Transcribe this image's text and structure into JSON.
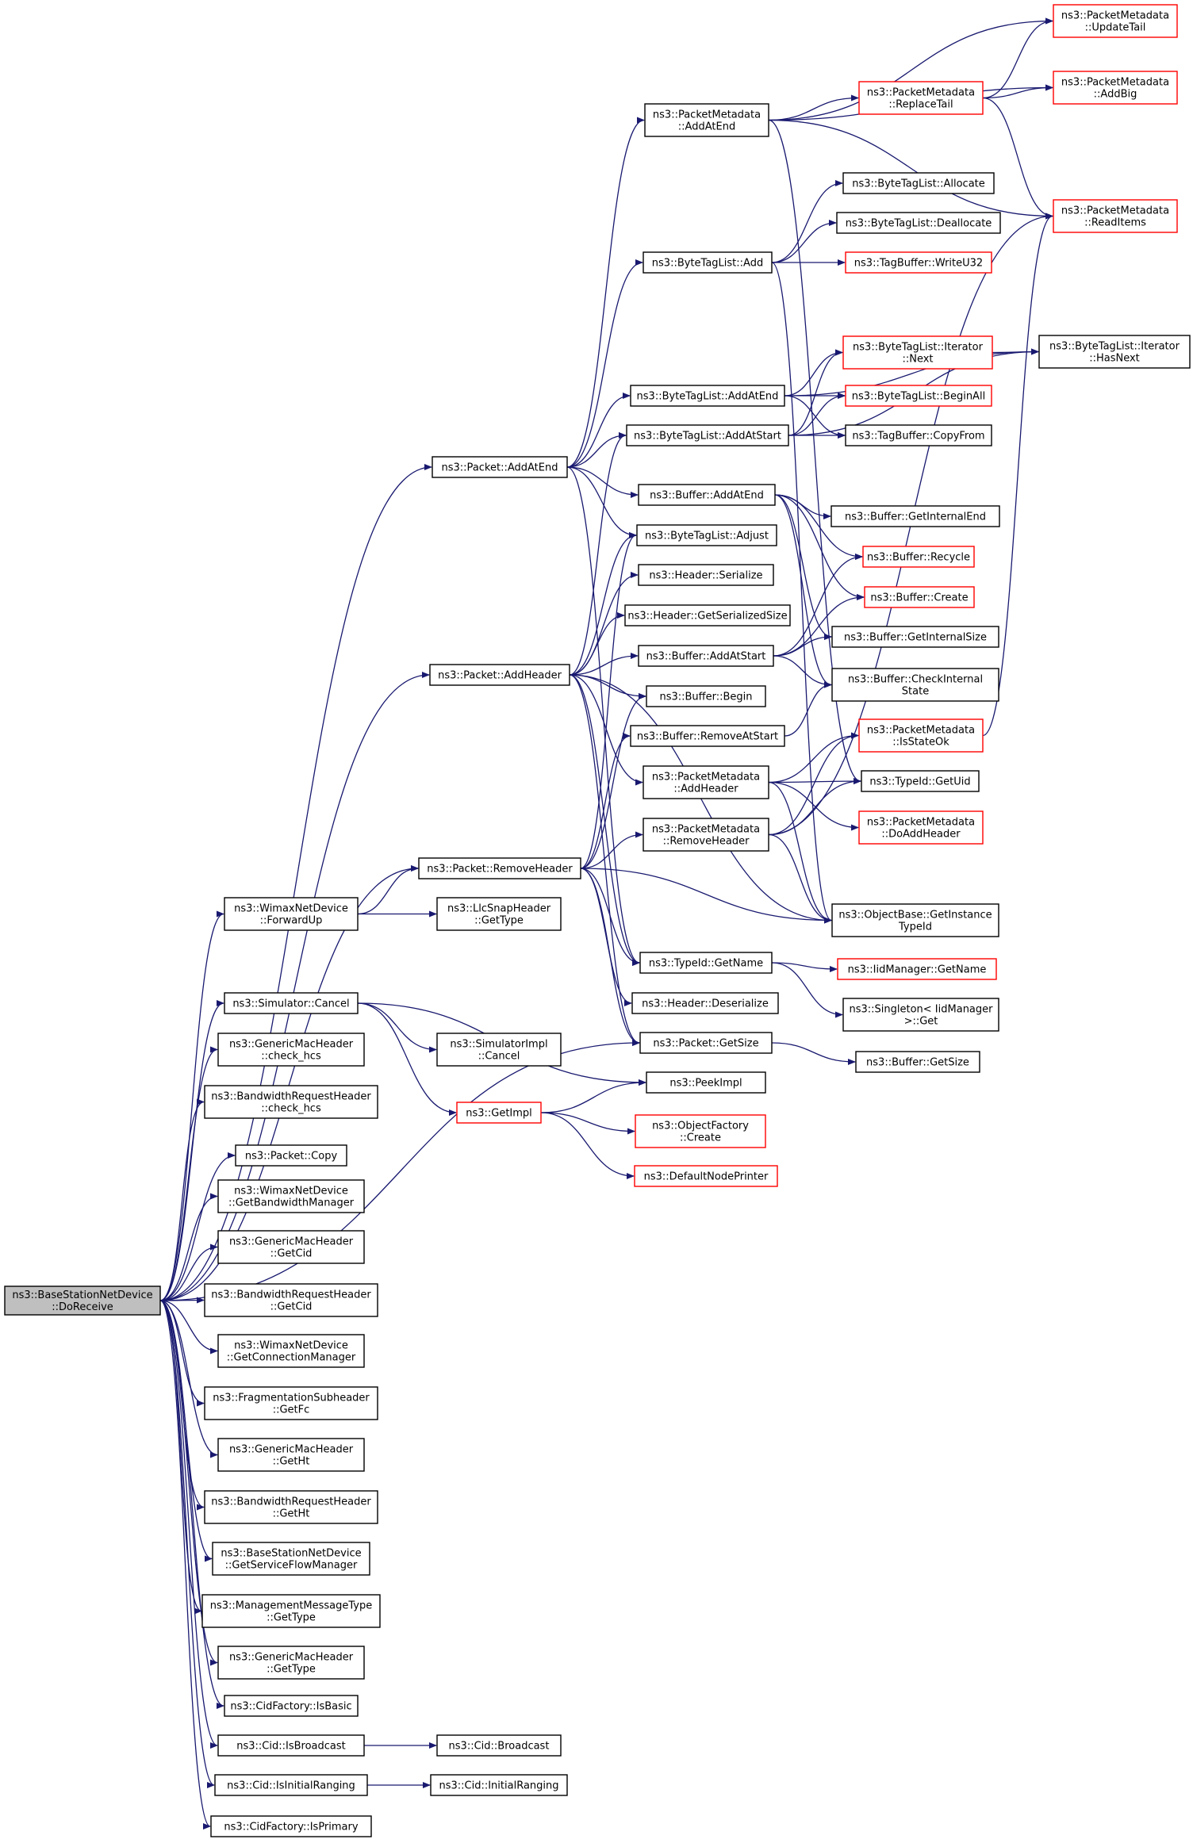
{
  "colors": {
    "edge": "#191970",
    "text": "#000000",
    "border_documented": "#000000",
    "border_truncated": "#ff0000",
    "fill_root": "#bfbfbf",
    "fill_default": "#ffffff"
  },
  "nodes": [
    {
      "id": "root",
      "lines": [
        "ns3::BaseStationNetDevice",
        "::DoReceive"
      ],
      "style": "root"
    },
    {
      "id": "pm_addatend",
      "lines": [
        "ns3::PacketMetadata",
        "::AddAtEnd"
      ],
      "style": "normal"
    },
    {
      "id": "pm_updatetail",
      "lines": [
        "ns3::PacketMetadata",
        "::UpdateTail"
      ],
      "style": "red"
    },
    {
      "id": "pm_replacetail",
      "lines": [
        "ns3::PacketMetadata",
        "::ReplaceTail"
      ],
      "style": "red"
    },
    {
      "id": "pm_addbig",
      "lines": [
        "ns3::PacketMetadata",
        "::AddBig"
      ],
      "style": "red"
    },
    {
      "id": "btl_allocate",
      "lines": [
        "ns3::ByteTagList::Allocate"
      ],
      "style": "normal"
    },
    {
      "id": "btl_deallocate",
      "lines": [
        "ns3::ByteTagList::Deallocate"
      ],
      "style": "normal"
    },
    {
      "id": "pm_readitems",
      "lines": [
        "ns3::PacketMetadata",
        "::ReadItems"
      ],
      "style": "red"
    },
    {
      "id": "btl_add",
      "lines": [
        "ns3::ByteTagList::Add"
      ],
      "style": "normal"
    },
    {
      "id": "tb_writeu32",
      "lines": [
        "ns3::TagBuffer::WriteU32"
      ],
      "style": "red"
    },
    {
      "id": "btli_next",
      "lines": [
        "ns3::ByteTagList::Iterator",
        "::Next"
      ],
      "style": "red"
    },
    {
      "id": "btli_hasnext",
      "lines": [
        "ns3::ByteTagList::Iterator",
        "::HasNext"
      ],
      "style": "normal"
    },
    {
      "id": "btl_addatend",
      "lines": [
        "ns3::ByteTagList::AddAtEnd"
      ],
      "style": "normal"
    },
    {
      "id": "btl_beginall",
      "lines": [
        "ns3::ByteTagList::BeginAll"
      ],
      "style": "red"
    },
    {
      "id": "btl_addatstart",
      "lines": [
        "ns3::ByteTagList::AddAtStart"
      ],
      "style": "normal"
    },
    {
      "id": "tb_copyfrom",
      "lines": [
        "ns3::TagBuffer::CopyFrom"
      ],
      "style": "normal"
    },
    {
      "id": "pkt_addatend",
      "lines": [
        "ns3::Packet::AddAtEnd"
      ],
      "style": "normal"
    },
    {
      "id": "buf_addatend",
      "lines": [
        "ns3::Buffer::AddAtEnd"
      ],
      "style": "normal"
    },
    {
      "id": "buf_getinternalend",
      "lines": [
        "ns3::Buffer::GetInternalEnd"
      ],
      "style": "normal"
    },
    {
      "id": "btl_adjust",
      "lines": [
        "ns3::ByteTagList::Adjust"
      ],
      "style": "normal"
    },
    {
      "id": "buf_recycle",
      "lines": [
        "ns3::Buffer::Recycle"
      ],
      "style": "red"
    },
    {
      "id": "hdr_serialize",
      "lines": [
        "ns3::Header::Serialize"
      ],
      "style": "normal"
    },
    {
      "id": "buf_create",
      "lines": [
        "ns3::Buffer::Create"
      ],
      "style": "red"
    },
    {
      "id": "hdr_getserializedsize",
      "lines": [
        "ns3::Header::GetSerializedSize"
      ],
      "style": "normal"
    },
    {
      "id": "buf_getinternalsize",
      "lines": [
        "ns3::Buffer::GetInternalSize"
      ],
      "style": "normal"
    },
    {
      "id": "buf_addatstart",
      "lines": [
        "ns3::Buffer::AddAtStart"
      ],
      "style": "normal"
    },
    {
      "id": "pkt_addheader",
      "lines": [
        "ns3::Packet::AddHeader"
      ],
      "style": "normal"
    },
    {
      "id": "buf_checkinternalstate",
      "lines": [
        "ns3::Buffer::CheckInternal",
        "State"
      ],
      "style": "normal"
    },
    {
      "id": "buf_begin",
      "lines": [
        "ns3::Buffer::Begin"
      ],
      "style": "normal"
    },
    {
      "id": "buf_removeatstart",
      "lines": [
        "ns3::Buffer::RemoveAtStart"
      ],
      "style": "normal"
    },
    {
      "id": "pm_isstateok",
      "lines": [
        "ns3::PacketMetadata",
        "::IsStateOk"
      ],
      "style": "red"
    },
    {
      "id": "pm_addheader",
      "lines": [
        "ns3::PacketMetadata",
        "::AddHeader"
      ],
      "style": "normal"
    },
    {
      "id": "typeid_getuid",
      "lines": [
        "ns3::TypeId::GetUid"
      ],
      "style": "normal"
    },
    {
      "id": "pm_doaddheader",
      "lines": [
        "ns3::PacketMetadata",
        "::DoAddHeader"
      ],
      "style": "red"
    },
    {
      "id": "pm_removeheader",
      "lines": [
        "ns3::PacketMetadata",
        "::RemoveHeader"
      ],
      "style": "normal"
    },
    {
      "id": "pkt_removeheader",
      "lines": [
        "ns3::Packet::RemoveHeader"
      ],
      "style": "normal"
    },
    {
      "id": "wimax_forwardup",
      "lines": [
        "ns3::WimaxNetDevice",
        "::ForwardUp"
      ],
      "style": "normal"
    },
    {
      "id": "llc_gettype",
      "lines": [
        "ns3::LlcSnapHeader",
        "::GetType"
      ],
      "style": "normal"
    },
    {
      "id": "ob_getinstancetypeid",
      "lines": [
        "ns3::ObjectBase::GetInstance",
        "TypeId"
      ],
      "style": "normal"
    },
    {
      "id": "typeid_getname",
      "lines": [
        "ns3::TypeId::GetName"
      ],
      "style": "normal"
    },
    {
      "id": "iid_getname",
      "lines": [
        "ns3::IidManager::GetName"
      ],
      "style": "red"
    },
    {
      "id": "sim_cancel",
      "lines": [
        "ns3::Simulator::Cancel"
      ],
      "style": "normal"
    },
    {
      "id": "hdr_deserialize",
      "lines": [
        "ns3::Header::Deserialize"
      ],
      "style": "normal"
    },
    {
      "id": "singleton_get",
      "lines": [
        "ns3::Singleton< IidManager",
        " >::Get"
      ],
      "style": "normal"
    },
    {
      "id": "gmh_check_hcs",
      "lines": [
        "ns3::GenericMacHeader",
        "::check_hcs"
      ],
      "style": "normal"
    },
    {
      "id": "simimpl_cancel",
      "lines": [
        "ns3::SimulatorImpl",
        "::Cancel"
      ],
      "style": "normal"
    },
    {
      "id": "pkt_getsize",
      "lines": [
        "ns3::Packet::GetSize"
      ],
      "style": "normal"
    },
    {
      "id": "buf_getsize",
      "lines": [
        "ns3::Buffer::GetSize"
      ],
      "style": "normal"
    },
    {
      "id": "peekimpl",
      "lines": [
        "ns3::PeekImpl"
      ],
      "style": "normal"
    },
    {
      "id": "brh_check_hcs",
      "lines": [
        "ns3::BandwidthRequestHeader",
        "::check_hcs"
      ],
      "style": "normal"
    },
    {
      "id": "getimpl",
      "lines": [
        "ns3::GetImpl"
      ],
      "style": "red"
    },
    {
      "id": "of_create",
      "lines": [
        "ns3::ObjectFactory",
        "::Create"
      ],
      "style": "red"
    },
    {
      "id": "pkt_copy",
      "lines": [
        "ns3::Packet::Copy"
      ],
      "style": "normal"
    },
    {
      "id": "defaultnodeprinter",
      "lines": [
        "ns3::DefaultNodePrinter"
      ],
      "style": "red"
    },
    {
      "id": "wimax_getbwmgr",
      "lines": [
        "ns3::WimaxNetDevice",
        "::GetBandwidthManager"
      ],
      "style": "normal"
    },
    {
      "id": "gmh_getcid",
      "lines": [
        "ns3::GenericMacHeader",
        "::GetCid"
      ],
      "style": "normal"
    },
    {
      "id": "brh_getcid",
      "lines": [
        "ns3::BandwidthRequestHeader",
        "::GetCid"
      ],
      "style": "normal"
    },
    {
      "id": "wimax_getconnmgr",
      "lines": [
        "ns3::WimaxNetDevice",
        "::GetConnectionManager"
      ],
      "style": "normal"
    },
    {
      "id": "frag_getfc",
      "lines": [
        "ns3::FragmentationSubheader",
        "::GetFc"
      ],
      "style": "normal"
    },
    {
      "id": "gmh_getht",
      "lines": [
        "ns3::GenericMacHeader",
        "::GetHt"
      ],
      "style": "normal"
    },
    {
      "id": "brh_getht",
      "lines": [
        "ns3::BandwidthRequestHeader",
        "::GetHt"
      ],
      "style": "normal"
    },
    {
      "id": "bs_getsfmgr",
      "lines": [
        "ns3::BaseStationNetDevice",
        "::GetServiceFlowManager"
      ],
      "style": "normal"
    },
    {
      "id": "mmt_gettype",
      "lines": [
        "ns3::ManagementMessageType",
        "::GetType"
      ],
      "style": "normal"
    },
    {
      "id": "gmh_gettype",
      "lines": [
        "ns3::GenericMacHeader",
        "::GetType"
      ],
      "style": "normal"
    },
    {
      "id": "cidf_isbasic",
      "lines": [
        "ns3::CidFactory::IsBasic"
      ],
      "style": "normal"
    },
    {
      "id": "cid_isbroadcast",
      "lines": [
        "ns3::Cid::IsBroadcast"
      ],
      "style": "normal"
    },
    {
      "id": "cid_broadcast",
      "lines": [
        "ns3::Cid::Broadcast"
      ],
      "style": "normal"
    },
    {
      "id": "cid_isinitialranging",
      "lines": [
        "ns3::Cid::IsInitialRanging"
      ],
      "style": "normal"
    },
    {
      "id": "cid_initialranging",
      "lines": [
        "ns3::Cid::InitialRanging"
      ],
      "style": "normal"
    },
    {
      "id": "cidf_isprimary",
      "lines": [
        "ns3::CidFactory::IsPrimary"
      ],
      "style": "normal"
    }
  ],
  "edges": [
    [
      "root",
      "pkt_addatend"
    ],
    [
      "root",
      "pkt_addheader"
    ],
    [
      "root",
      "pkt_removeheader"
    ],
    [
      "root",
      "wimax_forwardup"
    ],
    [
      "root",
      "pkt_getsize"
    ],
    [
      "root",
      "sim_cancel"
    ],
    [
      "root",
      "gmh_check_hcs"
    ],
    [
      "root",
      "brh_check_hcs"
    ],
    [
      "root",
      "pkt_copy"
    ],
    [
      "root",
      "wimax_getbwmgr"
    ],
    [
      "root",
      "gmh_getcid"
    ],
    [
      "root",
      "brh_getcid"
    ],
    [
      "root",
      "wimax_getconnmgr"
    ],
    [
      "root",
      "frag_getfc"
    ],
    [
      "root",
      "gmh_getht"
    ],
    [
      "root",
      "brh_getht"
    ],
    [
      "root",
      "bs_getsfmgr"
    ],
    [
      "root",
      "mmt_gettype"
    ],
    [
      "root",
      "gmh_gettype"
    ],
    [
      "root",
      "cidf_isbasic"
    ],
    [
      "root",
      "cid_isbroadcast"
    ],
    [
      "root",
      "cid_isinitialranging"
    ],
    [
      "root",
      "cidf_isprimary"
    ],
    [
      "pkt_addatend",
      "pm_addatend"
    ],
    [
      "pkt_addatend",
      "btl_add"
    ],
    [
      "pkt_addatend",
      "btl_addatend"
    ],
    [
      "pkt_addatend",
      "btl_addatstart"
    ],
    [
      "pkt_addatend",
      "buf_addatend"
    ],
    [
      "pkt_addatend",
      "btl_adjust"
    ],
    [
      "pkt_addatend",
      "typeid_getname"
    ],
    [
      "pm_addatend",
      "pm_updatetail"
    ],
    [
      "pm_addatend",
      "pm_addbig"
    ],
    [
      "pm_addatend",
      "pm_replacetail"
    ],
    [
      "pm_addatend",
      "pm_readitems"
    ],
    [
      "pm_addatend",
      "typeid_getuid"
    ],
    [
      "pm_replacetail",
      "pm_updatetail"
    ],
    [
      "pm_replacetail",
      "pm_addbig"
    ],
    [
      "pm_replacetail",
      "pm_readitems"
    ],
    [
      "btl_add",
      "btl_allocate"
    ],
    [
      "btl_add",
      "btl_deallocate"
    ],
    [
      "btl_add",
      "tb_writeu32"
    ],
    [
      "btl_add",
      "ob_getinstancetypeid"
    ],
    [
      "btl_addatend",
      "btl_beginall"
    ],
    [
      "btl_addatend",
      "btli_next"
    ],
    [
      "btl_addatend",
      "btli_hasnext"
    ],
    [
      "btl_addatend",
      "tb_copyfrom"
    ],
    [
      "btl_addatstart",
      "btl_beginall"
    ],
    [
      "btl_addatstart",
      "btli_next"
    ],
    [
      "btl_addatstart",
      "btli_hasnext"
    ],
    [
      "btl_addatstart",
      "tb_copyfrom"
    ],
    [
      "btli_next",
      "btli_hasnext"
    ],
    [
      "buf_addatend",
      "buf_getinternalend"
    ],
    [
      "buf_addatend",
      "buf_recycle"
    ],
    [
      "buf_addatend",
      "buf_create"
    ],
    [
      "buf_addatend",
      "buf_getinternalsize"
    ],
    [
      "buf_addatend",
      "buf_checkinternalstate"
    ],
    [
      "buf_addatstart",
      "buf_recycle"
    ],
    [
      "buf_addatstart",
      "buf_create"
    ],
    [
      "buf_addatstart",
      "buf_getinternalsize"
    ],
    [
      "buf_addatstart",
      "buf_checkinternalstate"
    ],
    [
      "buf_removeatstart",
      "buf_checkinternalstate"
    ],
    [
      "pkt_addheader",
      "btl_adjust"
    ],
    [
      "pkt_addheader",
      "hdr_serialize"
    ],
    [
      "pkt_addheader",
      "hdr_getserializedsize"
    ],
    [
      "pkt_addheader",
      "buf_addatstart"
    ],
    [
      "pkt_addheader",
      "buf_begin"
    ],
    [
      "pkt_addheader",
      "pm_addheader"
    ],
    [
      "pkt_addheader",
      "typeid_getname"
    ],
    [
      "pkt_addheader",
      "btl_addatstart"
    ],
    [
      "pkt_addheader",
      "pkt_getsize"
    ],
    [
      "pkt_addheader",
      "ob_getinstancetypeid"
    ],
    [
      "pm_addheader",
      "pm_isstateok"
    ],
    [
      "pm_addheader",
      "typeid_getuid"
    ],
    [
      "pm_addheader",
      "pm_doaddheader"
    ],
    [
      "pm_addheader",
      "ob_getinstancetypeid"
    ],
    [
      "pm_removeheader",
      "pm_isstateok"
    ],
    [
      "pm_removeheader",
      "typeid_getuid"
    ],
    [
      "pm_removeheader",
      "pm_readitems"
    ],
    [
      "pm_removeheader",
      "ob_getinstancetypeid"
    ],
    [
      "pm_isstateok",
      "pm_readitems"
    ],
    [
      "pkt_removeheader",
      "buf_begin"
    ],
    [
      "pkt_removeheader",
      "buf_removeatstart"
    ],
    [
      "pkt_removeheader",
      "pm_removeheader"
    ],
    [
      "pkt_removeheader",
      "btl_adjust"
    ],
    [
      "pkt_removeheader",
      "hdr_deserialize"
    ],
    [
      "pkt_removeheader",
      "typeid_getname"
    ],
    [
      "pkt_removeheader",
      "ob_getinstancetypeid"
    ],
    [
      "pkt_removeheader",
      "pkt_getsize"
    ],
    [
      "wimax_forwardup",
      "pkt_removeheader"
    ],
    [
      "wimax_forwardup",
      "llc_gettype"
    ],
    [
      "typeid_getname",
      "iid_getname"
    ],
    [
      "typeid_getname",
      "singleton_get"
    ],
    [
      "sim_cancel",
      "simimpl_cancel"
    ],
    [
      "sim_cancel",
      "getimpl"
    ],
    [
      "sim_cancel",
      "peekimpl"
    ],
    [
      "getimpl",
      "peekimpl"
    ],
    [
      "getimpl",
      "of_create"
    ],
    [
      "getimpl",
      "defaultnodeprinter"
    ],
    [
      "pkt_getsize",
      "buf_getsize"
    ],
    [
      "cid_isbroadcast",
      "cid_broadcast"
    ],
    [
      "cid_isinitialranging",
      "cid_initialranging"
    ]
  ]
}
